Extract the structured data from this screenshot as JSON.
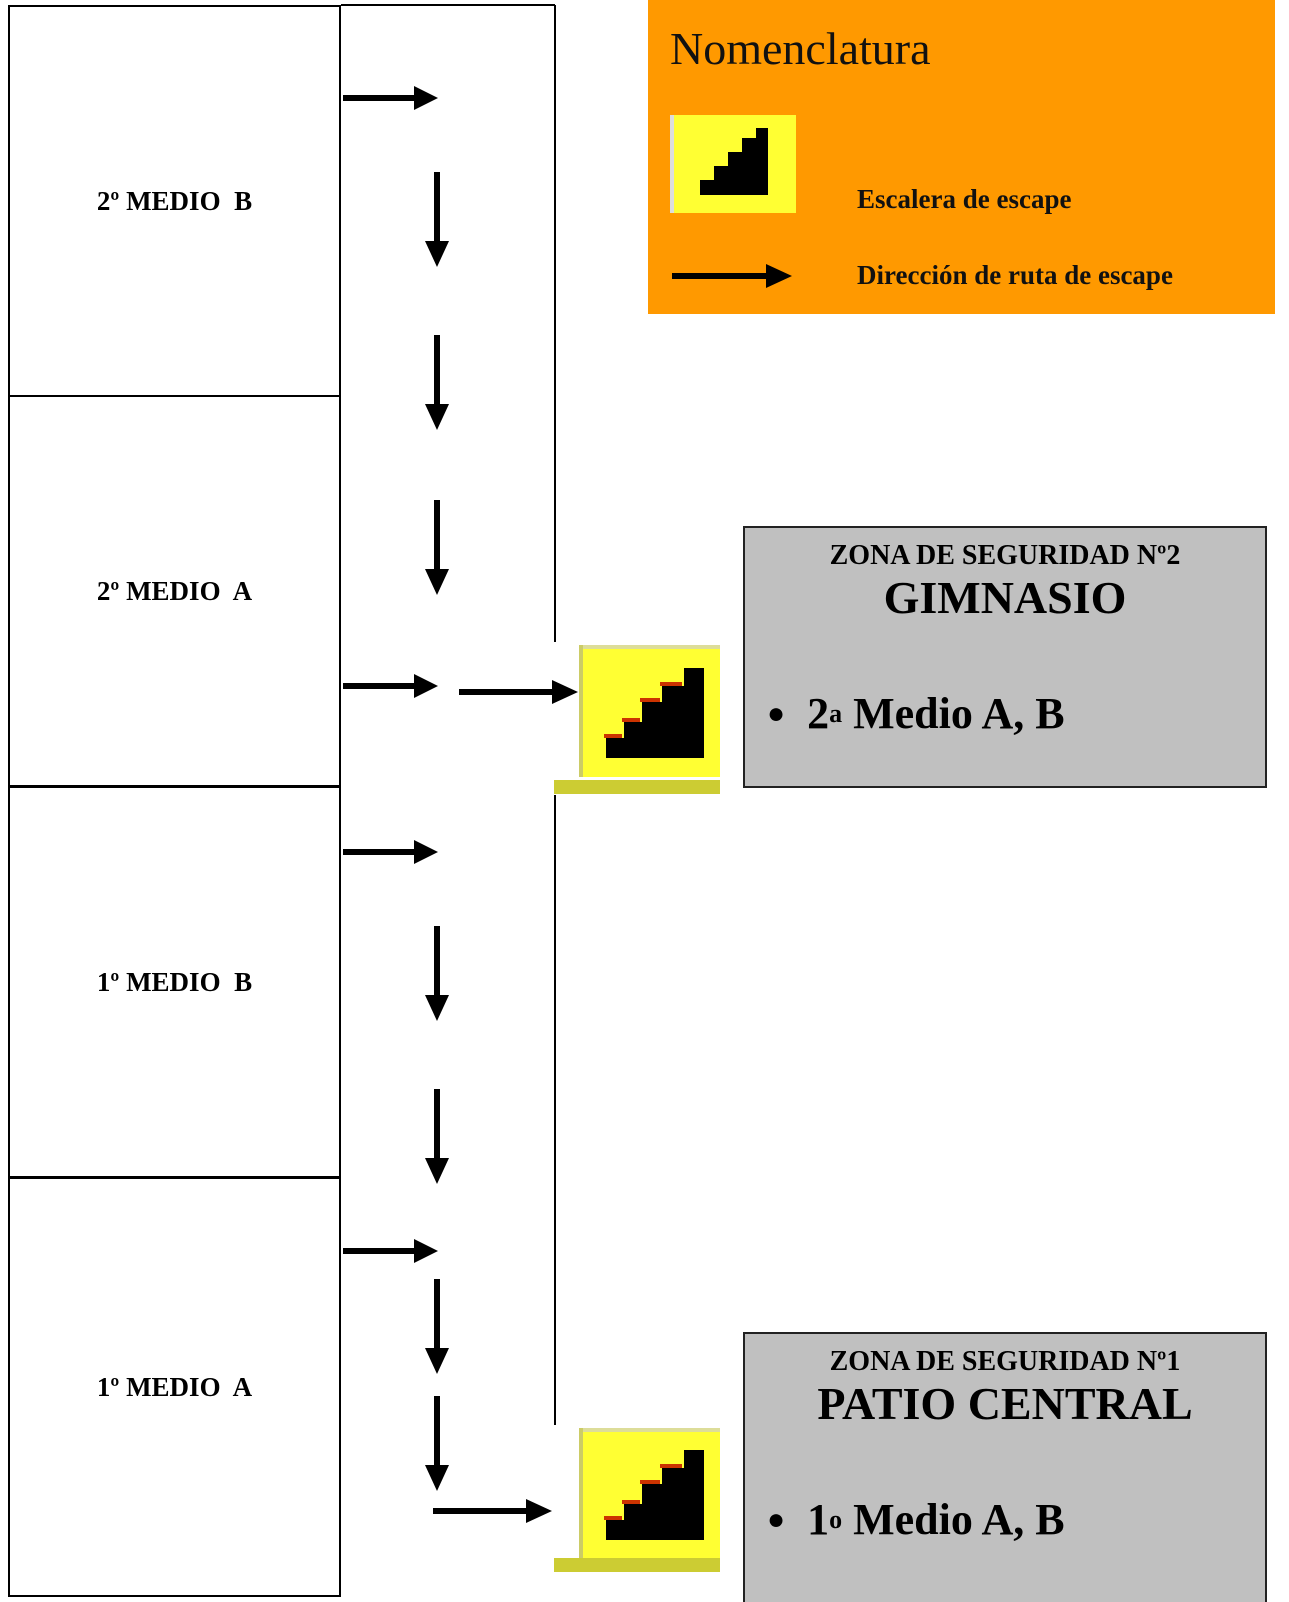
{
  "rooms": [
    {
      "label": "2º MEDIO  B"
    },
    {
      "label": "2º MEDIO  A"
    },
    {
      "label": "1º MEDIO  B"
    },
    {
      "label": "1º MEDIO  A"
    }
  ],
  "legend": {
    "title": "Nomenclatura",
    "stairs_label": "Escalera de escape",
    "route_label": "Dirección de ruta de escape"
  },
  "zones": [
    {
      "heading": "ZONA DE SEGURIDAD Nº2",
      "name": "GIMNASIO",
      "item_base": "2",
      "item_sup": "a",
      "item_rest": " Medio A, B"
    },
    {
      "heading": "ZONA DE SEGURIDAD Nº1",
      "name": "PATIO CENTRAL",
      "item_base": "1",
      "item_sup": "o",
      "item_rest": " Medio A, B"
    }
  ],
  "icons": [
    "stairs-icon",
    "arrow-right-icon",
    "arrow-down-icon"
  ],
  "colors": {
    "legend_bg": "#ff9900",
    "stairs_bg": "#ffff33",
    "zone_bg": "#c0c0c0"
  }
}
